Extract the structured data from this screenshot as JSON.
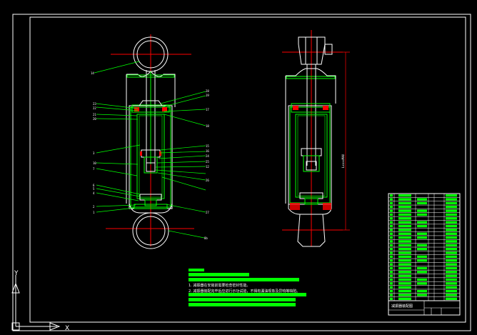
{
  "drawing": {
    "title_block_name": "减振器装配图",
    "notes": [
      "1. 减振器在安装前需要检查密封性能。",
      "2. 减振器装配完毕后应进行示功试验，不得有漏油现象及异响等缺陷。"
    ],
    "left_view_labels": [
      "14",
      "23",
      "22",
      "21",
      "20",
      "3",
      "10",
      "7",
      "6",
      "5",
      "4",
      "2",
      "1",
      "28",
      "19",
      "17",
      "18",
      "15",
      "16",
      "24",
      "25",
      "12",
      "26",
      "27",
      "8b"
    ],
    "dimension_label": "LxxxxMAX"
  },
  "ucs": {
    "y_label": "Y",
    "x_label": "X"
  },
  "colors": {
    "outline": "#ffffff",
    "part": "#00ff00",
    "centerline": "#ff0000",
    "leader": "#00ff00",
    "dimension": "#ff0000",
    "section_fill": "#ff0000"
  }
}
